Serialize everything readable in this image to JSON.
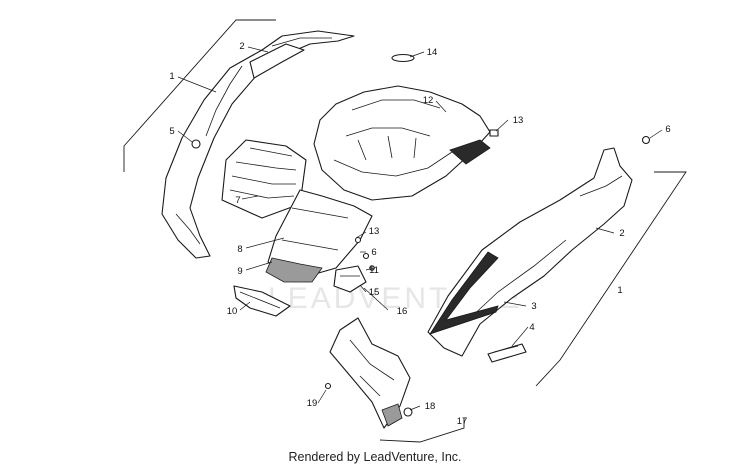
{
  "watermark": "LEADVENTURE",
  "footer": "Rendered by LeadVenture, Inc.",
  "callouts": [
    {
      "id": "c1a",
      "label": "1"
    },
    {
      "id": "c2a",
      "label": "2"
    },
    {
      "id": "c5",
      "label": "5"
    },
    {
      "id": "c7",
      "label": "7"
    },
    {
      "id": "c8",
      "label": "8"
    },
    {
      "id": "c9",
      "label": "9"
    },
    {
      "id": "c10",
      "label": "10"
    },
    {
      "id": "c14",
      "label": "14"
    },
    {
      "id": "c12",
      "label": "12"
    },
    {
      "id": "c13a",
      "label": "13"
    },
    {
      "id": "c13b",
      "label": "13"
    },
    {
      "id": "c6a",
      "label": "6"
    },
    {
      "id": "c11",
      "label": "11"
    },
    {
      "id": "c15",
      "label": "15"
    },
    {
      "id": "c16",
      "label": "16"
    },
    {
      "id": "c6b",
      "label": "6"
    },
    {
      "id": "c2b",
      "label": "2"
    },
    {
      "id": "c1b",
      "label": "1"
    },
    {
      "id": "c3",
      "label": "3"
    },
    {
      "id": "c4",
      "label": "4"
    },
    {
      "id": "c19",
      "label": "19"
    },
    {
      "id": "c18",
      "label": "18"
    },
    {
      "id": "c17",
      "label": "17"
    }
  ]
}
